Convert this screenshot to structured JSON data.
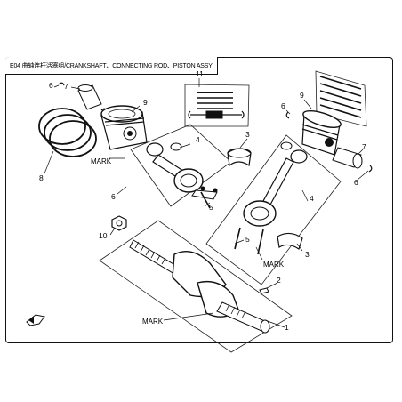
{
  "title": "E04 曲轴连杆活塞组/CRANKSHAFT、CONNECTING ROD、PISTON ASSY",
  "callouts": {
    "c1": "1",
    "c2": "2",
    "c3a": "3",
    "c3b": "3",
    "c4a": "4",
    "c4b": "4",
    "c5a": "5",
    "c5b": "5",
    "c6a": "6",
    "c6b": "6",
    "c6c": "6",
    "c6d": "6",
    "c7a": "7",
    "c7b": "7",
    "c8": "8",
    "c9a": "9",
    "c9b": "9",
    "c10": "10",
    "c11": "11"
  },
  "marks": {
    "m1": "MARK",
    "m2": "MARK",
    "m3": "MARK"
  },
  "corner_icon": "FWD"
}
